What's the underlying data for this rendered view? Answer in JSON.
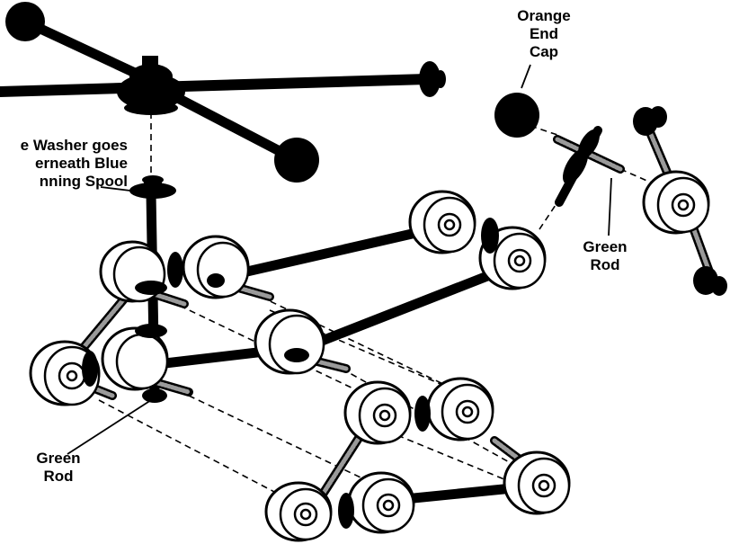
{
  "labels": {
    "orange_end_cap": "Orange\nEnd\nCap",
    "washer_note": "e Washer goes\nerneath Blue\nnning Spool",
    "green_rod_right": "Green\nRod",
    "green_rod_left": "Green\nRod"
  }
}
